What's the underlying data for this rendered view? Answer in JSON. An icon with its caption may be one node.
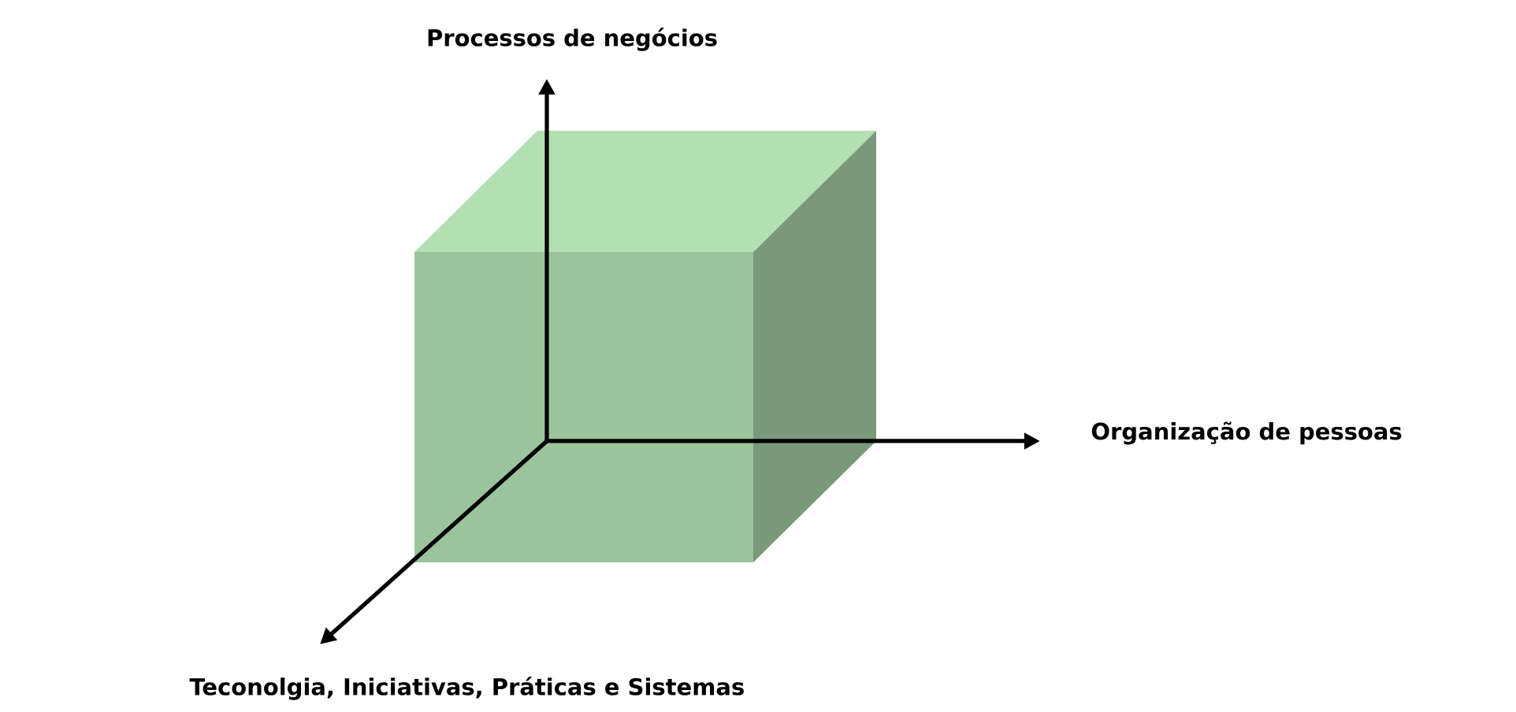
{
  "diagram": {
    "labels": [
      "Processos de negócios",
      "Organização de pessoas",
      "Teconolgia, Iniciativas, Práticas e Sistemas"
    ]
  }
}
